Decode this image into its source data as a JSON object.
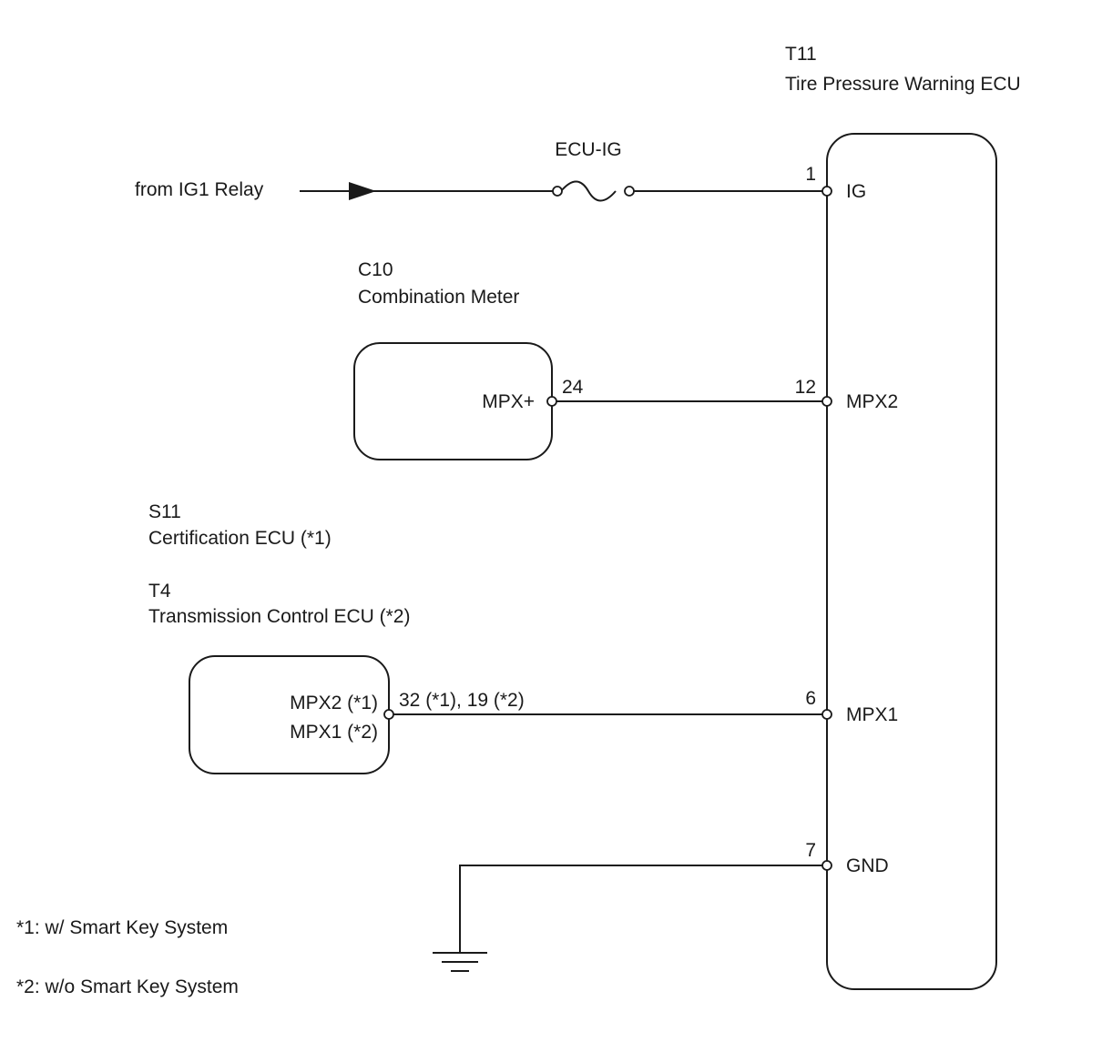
{
  "main_ecu": {
    "connector": "T11",
    "name": "Tire Pressure Warning ECU",
    "pins": [
      {
        "number": "1",
        "name": "IG"
      },
      {
        "number": "12",
        "name": "MPX2"
      },
      {
        "number": "6",
        "name": "MPX1"
      },
      {
        "number": "7",
        "name": "GND"
      }
    ]
  },
  "power_source": {
    "label": "from IG1 Relay",
    "fuse": "ECU-IG"
  },
  "combination_meter": {
    "connector": "C10",
    "name": "Combination Meter",
    "pin_label": "MPX+",
    "pin_number": "24"
  },
  "certification_ecu": {
    "connector": "S11",
    "name": "Certification ECU (*1)"
  },
  "transmission_ecu": {
    "connector": "T4",
    "name": "Transmission Control ECU (*2)",
    "pin_label_1": "MPX2 (*1)",
    "pin_label_2": "MPX1 (*2)",
    "pin_number": "32 (*1), 19 (*2)"
  },
  "notes": [
    "*1: w/ Smart Key System",
    "*2: w/o Smart Key System"
  ]
}
